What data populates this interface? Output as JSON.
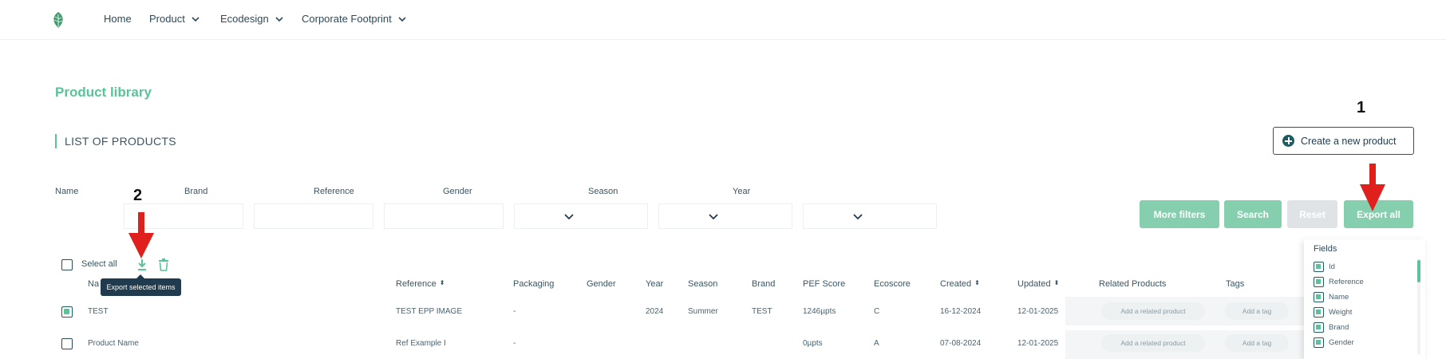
{
  "nav": {
    "items": [
      {
        "label": "Home",
        "has_dropdown": false
      },
      {
        "label": "Product",
        "has_dropdown": true
      },
      {
        "label": "Ecodesign",
        "has_dropdown": true
      },
      {
        "label": "Corporate Footprint",
        "has_dropdown": true
      }
    ]
  },
  "page": {
    "title": "Product library",
    "section_title": "LIST OF PRODUCTS",
    "create_button": "Create a new product"
  },
  "annotations": {
    "step1": "1",
    "step2": "2",
    "arrow_color": "#e0201c"
  },
  "filters": {
    "labels": [
      "Name",
      "Brand",
      "Reference",
      "Gender",
      "Season",
      "Year"
    ],
    "buttons": {
      "more_filters": "More filters",
      "search": "Search",
      "reset": "Reset",
      "export_all": "Export all"
    }
  },
  "toolbar": {
    "select_all": "Select all",
    "tooltip": "Export selected items",
    "icons": [
      "download-icon",
      "trash-icon"
    ]
  },
  "table": {
    "headers": {
      "name": "Na",
      "reference": "Reference",
      "packaging": "Packaging",
      "gender": "Gender",
      "year": "Year",
      "season": "Season",
      "brand": "Brand",
      "pef": "PEF Score",
      "ecoscore": "Ecoscore",
      "created": "Created",
      "updated": "Updated",
      "related": "Related Products",
      "tags": "Tags"
    },
    "rows": [
      {
        "checked": true,
        "name": "TEST",
        "reference": "TEST EPP IMAGE",
        "packaging": "-",
        "gender": "",
        "year": "2024",
        "season": "Summer",
        "brand": "TEST",
        "pef": "1246µpts",
        "ecoscore": "C",
        "created": "16-12-2024",
        "updated": "12-01-2025",
        "related": "Add a related product",
        "tags": "Add a tag"
      },
      {
        "checked": false,
        "name": "Product Name",
        "reference": "Ref Example I",
        "packaging": "-",
        "gender": "",
        "year": "",
        "season": "",
        "brand": "",
        "pef": "0µpts",
        "ecoscore": "A",
        "created": "07-08-2024",
        "updated": "12-01-2025",
        "related": "Add a related product",
        "tags": "Add a tag"
      }
    ]
  },
  "fields_panel": {
    "title": "Fields",
    "items": [
      "Id",
      "Reference",
      "Name",
      "Weight",
      "Brand",
      "Gender"
    ]
  },
  "colors": {
    "accent": "#5cc29a",
    "primary_dark": "#1d5c63",
    "button_green": "#86cfae"
  }
}
